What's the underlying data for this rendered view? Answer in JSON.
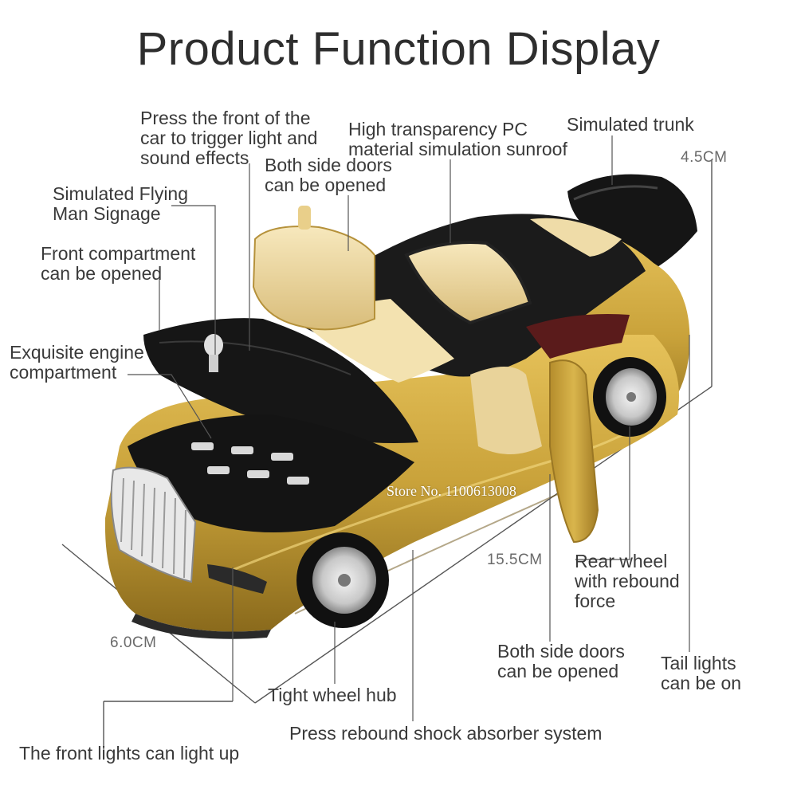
{
  "title": "Product Function Display",
  "labels": {
    "front_press": [
      "Press the front of the",
      "car to trigger light and",
      "sound effects"
    ],
    "sunroof": [
      "High transparency PC",
      "material simulation sunroof"
    ],
    "trunk": "Simulated trunk",
    "side_doors_top": [
      "Both side doors",
      "can be opened"
    ],
    "flying_man": [
      "Simulated Flying",
      "Man Signage"
    ],
    "front_compartment": [
      "Front compartment",
      "can be opened"
    ],
    "engine": [
      "Exquisite engine",
      "compartment"
    ],
    "rear_wheel": [
      "Rear wheel",
      "with rebound",
      "force"
    ],
    "side_doors_bottom": [
      "Both side doors",
      "can be opened"
    ],
    "tail_lights": [
      "Tail lights",
      "can be on"
    ],
    "wheel_hub": "Tight wheel hub",
    "shock": "Press rebound shock absorber system",
    "front_lights": "The front lights can light up"
  },
  "dimensions": {
    "height": "4.5CM",
    "length": "15.5CM",
    "width": "6.0CM"
  },
  "watermark": "Store No. 1100613008",
  "colors": {
    "car_body": "#c9a23a",
    "roof": "#1c1c1c",
    "interior": "#f2dfb0",
    "text": "#3a3a3a"
  }
}
